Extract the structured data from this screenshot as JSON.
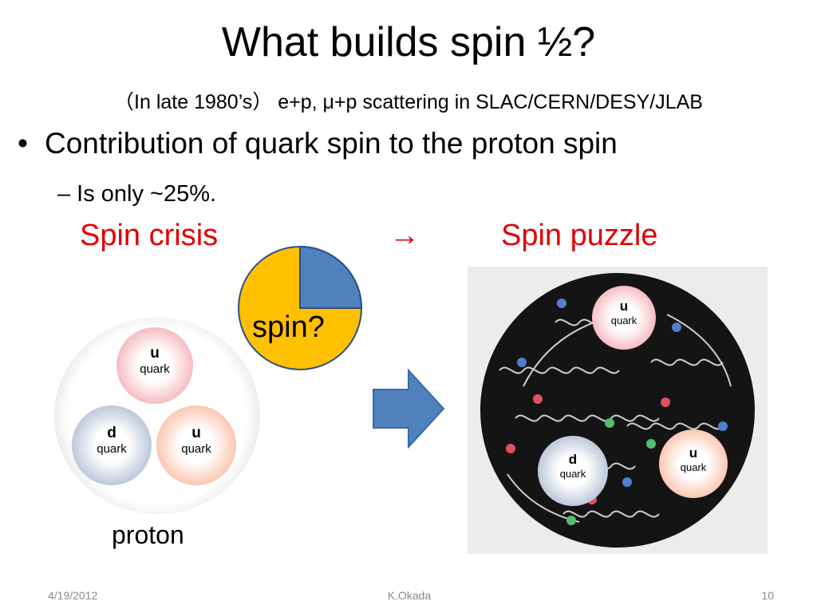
{
  "slide": {
    "title": "What builds spin ½?",
    "subtitle": "（In late 1980’s） e+p, μ+p scattering in SLAC/CERN/DESY/JLAB",
    "bullet_marker": "•",
    "bullet": "Contribution of quark spin to the proton spin",
    "subbullet": "– Is only ~25%.",
    "spin_crisis": "Spin crisis",
    "arrow_symbol": "→",
    "spin_puzzle": "Spin puzzle",
    "pie_label": "spin?",
    "proton_label": "proton"
  },
  "quarks": {
    "q_u": "u",
    "q_d": "d",
    "quark_word": "quark"
  },
  "pie": {
    "quark_fraction_percent": 25,
    "quark_color": "#4f81bd",
    "rest_color": "#ffc000"
  },
  "footer": {
    "date": "4/19/2012",
    "author": "K.Okada",
    "page": "10"
  },
  "colors": {
    "accent_red": "#e00000",
    "u_quark_red": "#f08c96",
    "u_quark_orange": "#f7a07a",
    "d_quark": "#8da0c0",
    "big_arrow": "#4f81bd"
  }
}
